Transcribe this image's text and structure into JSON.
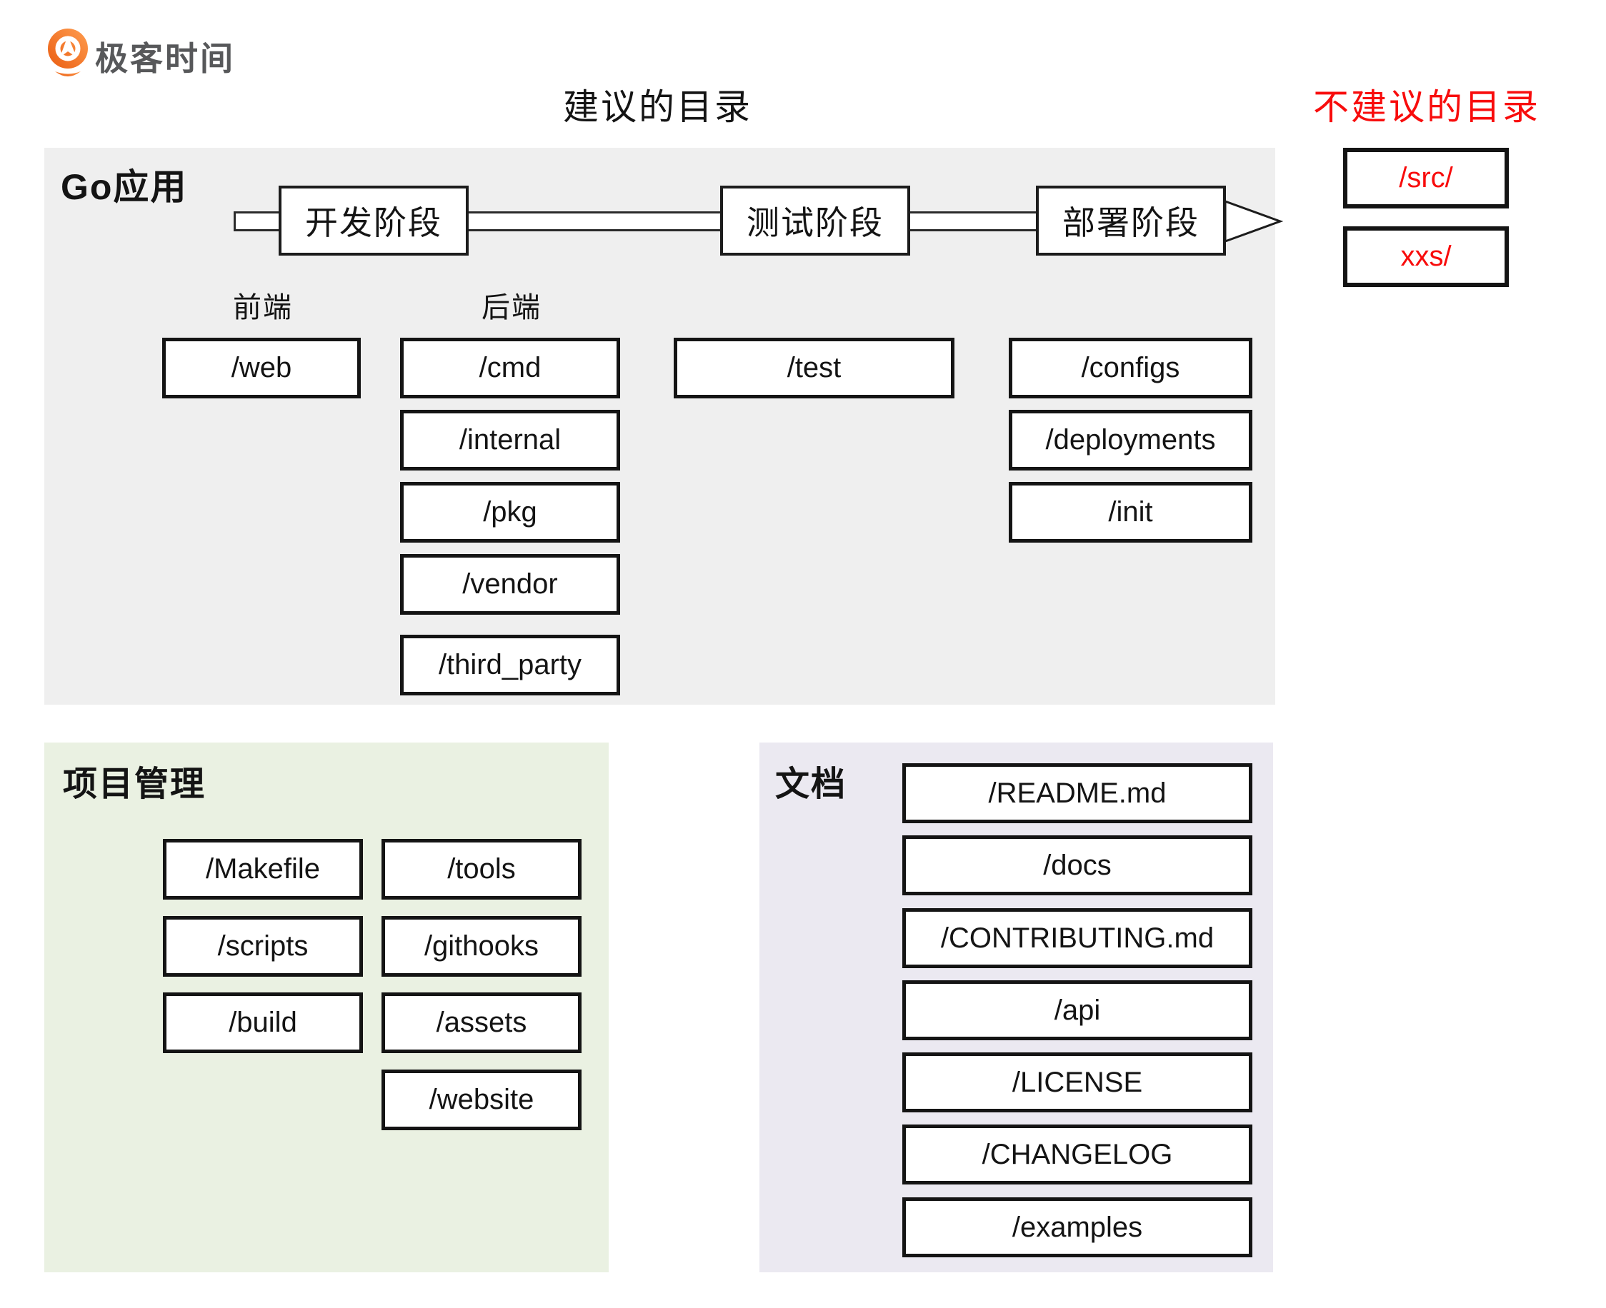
{
  "logo": {
    "brand": "极客时间"
  },
  "titles": {
    "recommended": "建议的目录",
    "not_recommended": "不建议的目录"
  },
  "colors": {
    "accent_red": "#f80c0c",
    "logo_orange": "#f07527",
    "panel_gray": "#efefef",
    "panel_green": "#eaf1e2",
    "panel_purple": "#ebe9f1",
    "box_border": "#141414"
  },
  "go_app": {
    "label": "Go应用",
    "stages": [
      "开发阶段",
      "测试阶段",
      "部署阶段"
    ],
    "frontend_label": "前端",
    "backend_label": "后端",
    "frontend_dir": "/web",
    "backend_dirs": [
      "/cmd",
      "/internal",
      "/pkg",
      "/vendor",
      "/third_party"
    ],
    "test_dir": "/test",
    "deploy_dirs": [
      "/configs",
      "/deployments",
      "/init"
    ]
  },
  "not_recommended": {
    "dirs": [
      "/src/",
      "xxs/"
    ]
  },
  "project_management": {
    "label": "项目管理",
    "col1": [
      "/Makefile",
      "/scripts",
      "/build"
    ],
    "col2": [
      "/tools",
      "/githooks",
      "/assets",
      "/website"
    ]
  },
  "docs": {
    "label": "文档",
    "dirs": [
      "/README.md",
      "/docs",
      "/CONTRIBUTING.md",
      "/api",
      "/LICENSE",
      "/CHANGELOG",
      "/examples"
    ]
  }
}
